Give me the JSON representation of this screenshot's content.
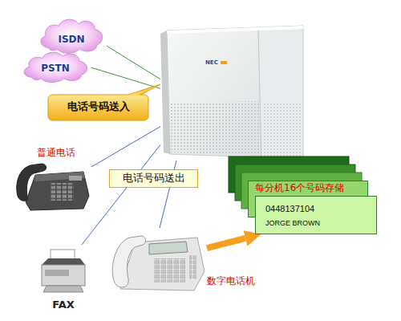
{
  "diagram": {
    "nodes": [
      {
        "text": [
          "ISDN"
        ]
      },
      {
        "text": [
          "PSTN"
        ]
      },
      {
        "text": [
          "NEC"
        ]
      },
      {
        "text": [
          "电话号码送入"
        ]
      },
      {
        "text": [
          "普通电话"
        ]
      },
      {
        "text": [
          "电话号码送出"
        ]
      },
      {
        "text": [
          "每分机16个号码存储"
        ]
      },
      {
        "text": [
          "0448137104",
          "JORGE BROWN"
        ]
      },
      {
        "text": [
          "FAX"
        ]
      },
      {
        "text": [
          "数字电话机"
        ]
      }
    ],
    "edges": [
      {
        "from": 0,
        "to": 2,
        "arrow": "none"
      },
      {
        "from": 1,
        "to": 2,
        "arrow": "none"
      },
      {
        "from": 2,
        "to": 4,
        "arrow": "none"
      },
      {
        "from": 2,
        "to": 8,
        "arrow": "none"
      },
      {
        "from": 2,
        "to": 9,
        "arrow": "none"
      },
      {
        "from": 9,
        "to": 7,
        "arrow": "to"
      }
    ]
  }
}
